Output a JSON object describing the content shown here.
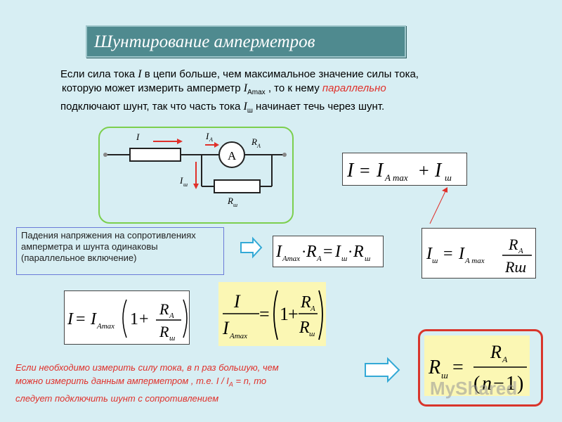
{
  "title": "Шунтирование амперметров",
  "intro": {
    "line1_a": "Если сила тока ",
    "line1_i": "I",
    "line1_b": " в цепи больше, чем максимальное значение силы тока,",
    "line2_a": "которую может измерить амперметр ",
    "line2_i": "I",
    "line2_sub": "Amax",
    "line2_b": " , то к нему ",
    "line2_red": "параллельно",
    "line3_a": "подключают шунт, так что часть тока ",
    "line3_i": "I",
    "line3_sub": "ш",
    "line3_b": "  начинает течь через шунт."
  },
  "circuit": {
    "i_label": "I",
    "ia_label": "I",
    "ia_sub": "A",
    "ra_label": "R",
    "ra_sub": "A",
    "meter_label": "A",
    "ish_label": "I",
    "ish_sub": "ш",
    "rsh_label": "R",
    "rsh_sub": "ш"
  },
  "note": "Падения напряжения на сопротивлениях амперметра и шунта одинаковы (параллельное включение)",
  "bottom_note": {
    "line1": "Если необходимо измерить силу тока, в n раз большую, чем",
    "line2": "можно измерить данным амперметром , т.е.  I / I",
    "line2_sub": "A",
    "line2_end": "  = n, то",
    "line3": "следует подключить шунт с сопротивлением"
  },
  "formulas": {
    "f1": {
      "I": "I",
      "eq": "=",
      "Ia": "I",
      "Ia_sub": "A max",
      "plus": "+",
      "Ish": "I",
      "Ish_sub": "ш"
    },
    "f2": {
      "Ia": "I",
      "Ia_sub": "Amax",
      "dot": "·",
      "R": "R",
      "R_sub": "A",
      "eq": "=",
      "Ish": "I",
      "Ish_sub": "ш",
      "dot2": "·",
      "Rsh": "R",
      "Rsh_sub": "ш"
    },
    "f3": {
      "Ish": "I",
      "Ish_sub": "ш",
      "eq": "=",
      "Ia": "I",
      "Ia_sub": "A max",
      "num": "R",
      "num_sub": "A",
      "den": "Rш"
    },
    "f4": {
      "I": "I",
      "eq": "=",
      "Ia": "I",
      "Ia_sub": "Amax",
      "one": "1",
      "plus": "+",
      "num": "R",
      "num_sub": "A",
      "den": "R",
      "den_sub": "ш"
    },
    "f5": {
      "num": "I",
      "den": "I",
      "den_sub": "Amax",
      "eq": "=",
      "one": "1",
      "plus": "+",
      "fnum": "R",
      "fnum_sub": "A",
      "fden": "R",
      "fden_sub": "ш"
    },
    "f6": {
      "R": "R",
      "R_sub": "ш",
      "eq": "=",
      "num": "R",
      "num_sub": "A",
      "den_open": "(",
      "n": "n",
      "minus": "−",
      "one": "1",
      "den_close": ")"
    }
  },
  "watermark": "MyShared",
  "colors": {
    "background": "#d7eef3",
    "title_bar": "#4f8a8f",
    "accent_red": "#e0302a",
    "circuit_frame": "#7ccf4e",
    "arrow": "#33a9d6"
  }
}
